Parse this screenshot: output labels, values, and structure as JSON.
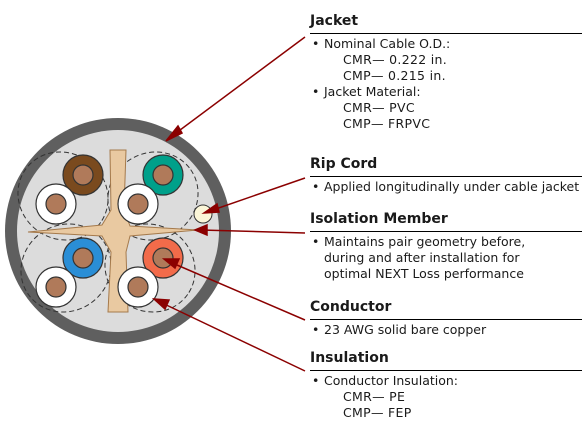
{
  "jacket": {
    "title": "Jacket",
    "bullet1": "Nominal Cable O.D.:",
    "b1_lines": [
      "CMR— 0.222 in.",
      "CMP— 0.215 in."
    ],
    "bullet2": "Jacket Material:",
    "b2_lines": [
      "CMR— PVC",
      "CMP— FRPVC"
    ]
  },
  "rip_cord": {
    "title": "Rip Cord",
    "bullet1": "Applied longitudinally under cable jacket"
  },
  "isolation_member": {
    "title": "Isolation Member",
    "bullet1": "Maintains pair geometry before,",
    "lines": [
      "during and after installation for",
      "optimal NEXT Loss performance"
    ]
  },
  "conductor": {
    "title": "Conductor",
    "bullet1": "23 AWG solid bare copper"
  },
  "insulation": {
    "title": "Insulation",
    "bullet1": "Conductor Insulation:",
    "lines": [
      "CMR— PE",
      "CMP— FEP"
    ]
  },
  "colors": {
    "jacket": "#5f5f5f",
    "interior": "#dcdcdc",
    "copper": "#b07a5a",
    "brown": "#7a4a1e",
    "green": "#00a08a",
    "blue": "#2a8ed6",
    "orange": "#f26b4a",
    "cross": "#e9c9a1",
    "ripcord": "#fbf6d8",
    "leader": "#8b0000"
  }
}
